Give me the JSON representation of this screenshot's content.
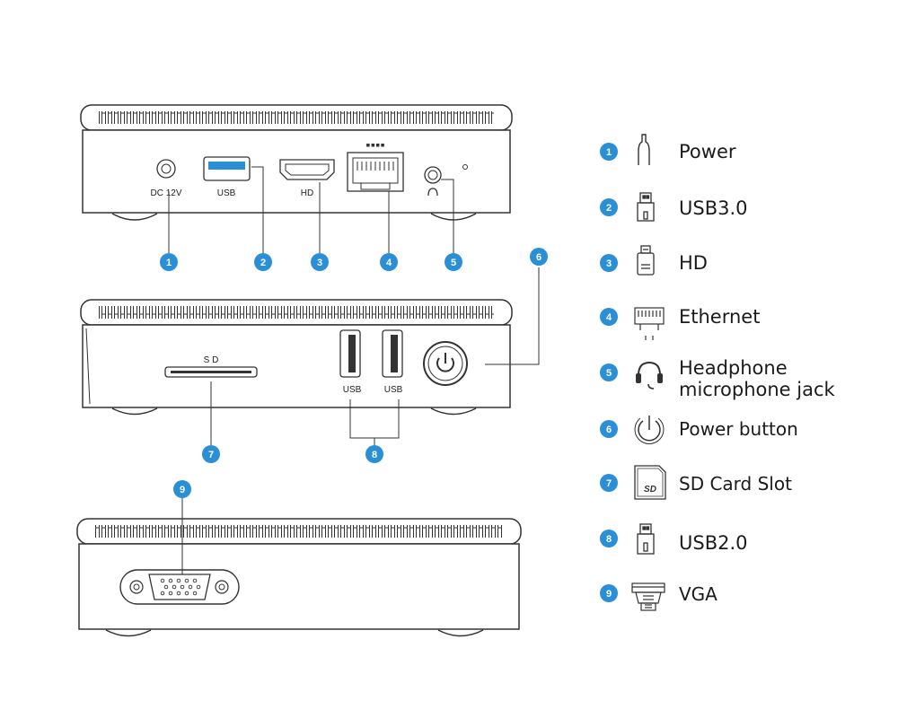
{
  "accent_color": "#2b8fd6",
  "line_color": "#333333",
  "panels": {
    "back": {
      "ports": {
        "dc": "DC 12V",
        "usb": "USB",
        "hd": "HD"
      },
      "callouts": [
        "1",
        "2",
        "3",
        "4",
        "5"
      ]
    },
    "front": {
      "ports": {
        "sd": "S D",
        "usb_left": "USB",
        "usb_right": "USB"
      },
      "callouts": [
        "6",
        "7",
        "8"
      ]
    },
    "side": {
      "callouts": [
        "9"
      ]
    }
  },
  "legend": [
    {
      "number": "1",
      "icon": "dc-plug-icon",
      "label": "Power"
    },
    {
      "number": "2",
      "icon": "usb-icon",
      "label": "USB3.0"
    },
    {
      "number": "3",
      "icon": "hdmi-plug-icon",
      "label": "HD"
    },
    {
      "number": "4",
      "icon": "ethernet-icon",
      "label": "Ethernet"
    },
    {
      "number": "5",
      "icon": "headset-icon",
      "label_line1": "Headphone",
      "label_line2": "microphone jack"
    },
    {
      "number": "6",
      "icon": "power-button-icon",
      "label": "Power button"
    },
    {
      "number": "7",
      "icon": "sd-card-icon",
      "label": "SD Card Slot",
      "icon_text": "SD"
    },
    {
      "number": "8",
      "icon": "usb-icon",
      "label": "USB2.0"
    },
    {
      "number": "9",
      "icon": "vga-icon",
      "label": "VGA"
    }
  ]
}
